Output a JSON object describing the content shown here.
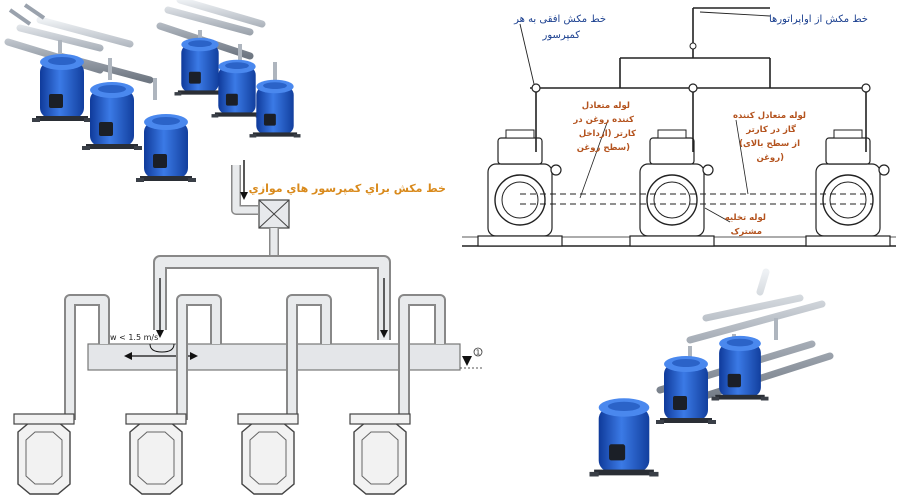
{
  "schematic": {
    "label_horizontal_suction_line": [
      "خط مکش افقی به هر",
      "کمپرسور"
    ],
    "label_suction_from_evaporators": "خط مکش از اواپراتورها",
    "label_oil_equalizer": [
      "لوله متعادل",
      "کننده روغن در",
      "کارتر (ازداخل",
      "سطح روغن)"
    ],
    "label_gas_equalizer": [
      "لوله متعادل کننده",
      "گاز در کارتر",
      "(از سطح بالای",
      "روغن)"
    ],
    "label_common_drain": [
      "لوله تخلیه",
      "مشترک"
    ]
  },
  "flow_diagram": {
    "title": "خط مكش براي كمپرسور هاي موازي",
    "velocity_label": "w < 1.5 m/s",
    "level_marker": "1"
  },
  "colors": {
    "compressor_blue": "#1f56c4",
    "pipe_steel": "#c9ced6",
    "label_orange": "#b4531e",
    "label_blue": "#1a3f8f",
    "title_orange": "#d98a1c"
  }
}
